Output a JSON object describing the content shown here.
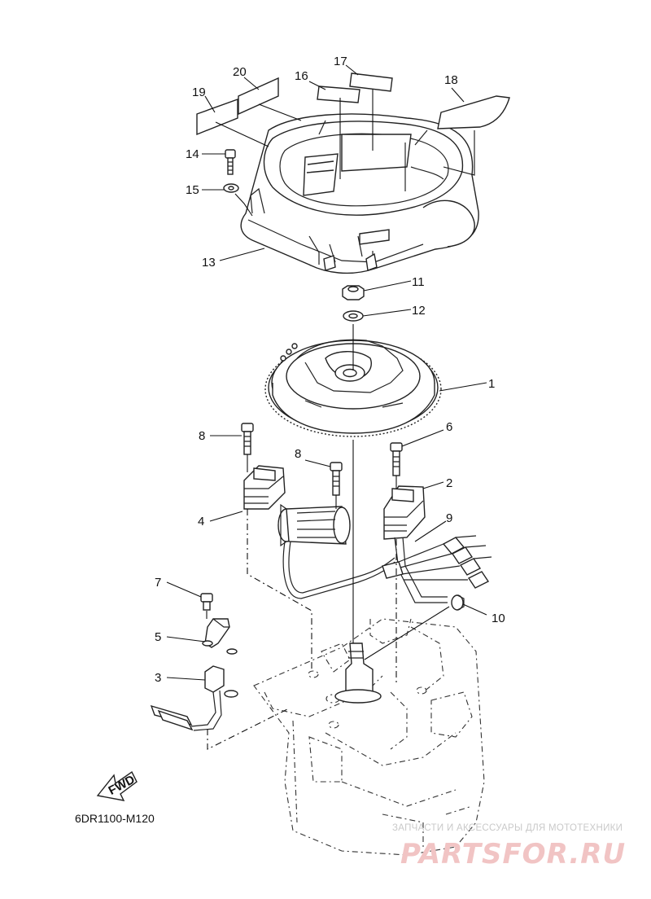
{
  "diagram": {
    "part_labels": [
      "1",
      "2",
      "3",
      "4",
      "5",
      "6",
      "7",
      "8",
      "8",
      "9",
      "10",
      "11",
      "12",
      "13",
      "14",
      "15",
      "16",
      "17",
      "18",
      "19",
      "20"
    ],
    "drawing_code": "6DR1100-M120",
    "direction_tag": "FWD",
    "watermark": {
      "tagline": "ЗАПЧАСТИ И АКСЕССУАРЫ ДЛЯ МОТОТЕХНИКИ",
      "brand": "PARTSFOR.RU",
      "brand_color": "#e8a8a8"
    }
  }
}
